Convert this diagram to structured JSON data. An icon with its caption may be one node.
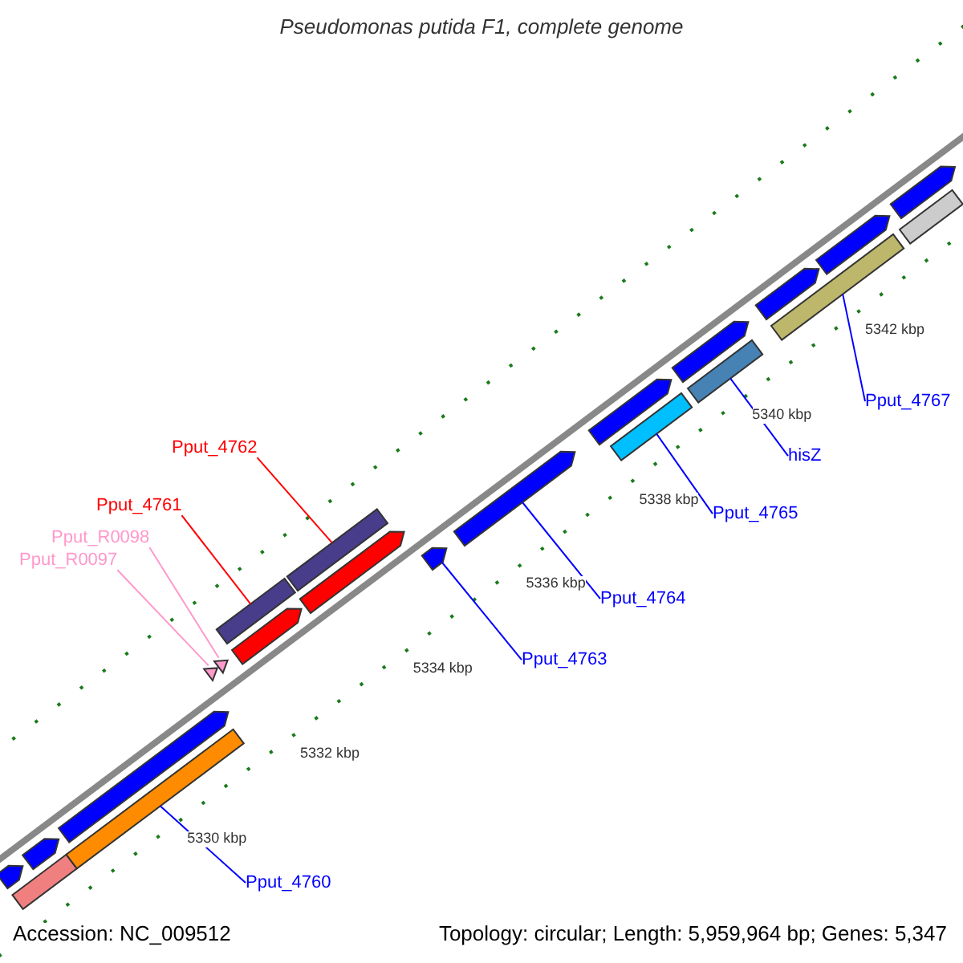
{
  "diagram": {
    "title": "Pseudomonas putida F1, complete genome",
    "nodes": [
      {
        "text": [
          "Pput_4762"
        ]
      },
      {
        "text": [
          "Pput_4761"
        ]
      },
      {
        "text": [
          "Pput_R0098"
        ]
      },
      {
        "text": [
          "Pput_R0097"
        ]
      },
      {
        "text": [
          "Pput_4767"
        ]
      },
      {
        "text": [
          "hisZ"
        ]
      },
      {
        "text": [
          "Pput_4765"
        ]
      },
      {
        "text": [
          "Pput_4764"
        ]
      },
      {
        "text": [
          "Pput_4763"
        ]
      },
      {
        "text": [
          "Pput_4760"
        ]
      },
      {
        "text": [],
        "shape": "bar"
      },
      {
        "text": [],
        "shape": "bar"
      },
      {
        "text": [],
        "shape": "triangle"
      },
      {
        "text": [],
        "shape": "triangle"
      },
      {
        "text": [],
        "shape": "bar"
      },
      {
        "text": [],
        "shape": "bar"
      },
      {
        "text": [],
        "shape": "bar"
      },
      {
        "text": [],
        "shape": "arrow"
      },
      {
        "text": [],
        "shape": "arrow"
      },
      {
        "text": [],
        "shape": "bar"
      }
    ],
    "edges": [
      {
        "from": 0,
        "to": 10,
        "arrow": "none",
        "color": "#ff0000"
      },
      {
        "from": 1,
        "to": 11,
        "arrow": "none",
        "color": "#ff0000"
      },
      {
        "from": 2,
        "to": 12,
        "arrow": "none",
        "color": "#ff99cc"
      },
      {
        "from": 3,
        "to": 13,
        "arrow": "none",
        "color": "#ff99cc"
      },
      {
        "from": 4,
        "to": 14,
        "arrow": "none"
      },
      {
        "from": 5,
        "to": 15,
        "arrow": "none"
      },
      {
        "from": 6,
        "to": 16,
        "arrow": "none"
      },
      {
        "from": 7,
        "to": 17,
        "arrow": "none"
      },
      {
        "from": 8,
        "to": 18,
        "arrow": "none"
      },
      {
        "from": 9,
        "to": 19,
        "arrow": "none"
      }
    ],
    "labels": [
      "5330 kbp",
      "5332 kbp",
      "5334 kbp",
      "5336 kbp",
      "5338 kbp",
      "5340 kbp",
      "5342 kbp",
      "Accession: NC_009512",
      "Topology: circular; Length: 5,959,964 bp; Genes: 5,347"
    ]
  }
}
